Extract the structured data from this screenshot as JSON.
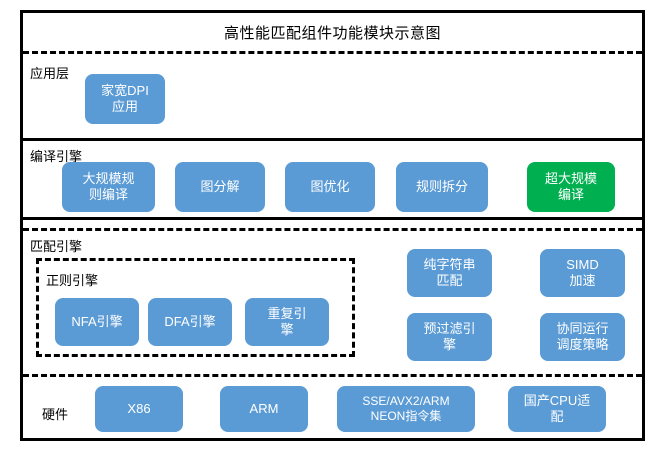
{
  "diagram": {
    "title": "高性能匹配组件功能模块示意图",
    "colors": {
      "node_blue": "#5B9BD5",
      "node_green": "#00B050",
      "frame_black": "#000000",
      "background": "#FFFFFF",
      "node_text": "#FFFFFF"
    },
    "layers": [
      {
        "id": "application",
        "label": "应用层",
        "nodes": [
          {
            "label": "家宽DPI\n应用",
            "color": "#5B9BD5"
          }
        ]
      },
      {
        "id": "compile-engine",
        "label": "编译引擎",
        "nodes": [
          {
            "label": "大规模规\n则编译",
            "color": "#5B9BD5"
          },
          {
            "label": "图分解",
            "color": "#5B9BD5"
          },
          {
            "label": "图优化",
            "color": "#5B9BD5"
          },
          {
            "label": "规则拆分",
            "color": "#5B9BD5"
          },
          {
            "label": "超大规模\n编译",
            "color": "#00B050"
          }
        ]
      },
      {
        "id": "match-engine",
        "label": "匹配引擎",
        "group": {
          "id": "regex-engine",
          "label": "正则引擎",
          "nodes": [
            {
              "label": "NFA引擎",
              "color": "#5B9BD5"
            },
            {
              "label": "DFA引擎",
              "color": "#5B9BD5"
            },
            {
              "label": "重复引\n擎",
              "color": "#5B9BD5"
            }
          ]
        },
        "nodes": [
          {
            "label": "纯字符串\n匹配",
            "color": "#5B9BD5"
          },
          {
            "label": "SIMD\n加速",
            "color": "#5B9BD5"
          },
          {
            "label": "预过滤引\n擎",
            "color": "#5B9BD5"
          },
          {
            "label": "协同运行\n调度策略",
            "color": "#5B9BD5"
          }
        ]
      },
      {
        "id": "hardware",
        "label": "硬件",
        "nodes": [
          {
            "label": "X86",
            "color": "#5B9BD5"
          },
          {
            "label": "ARM",
            "color": "#5B9BD5"
          },
          {
            "label": "SSE/AVX2/ARM\nNEON指令集",
            "color": "#5B9BD5"
          },
          {
            "label": "国产CPU适\n配",
            "color": "#5B9BD5"
          }
        ]
      }
    ]
  }
}
